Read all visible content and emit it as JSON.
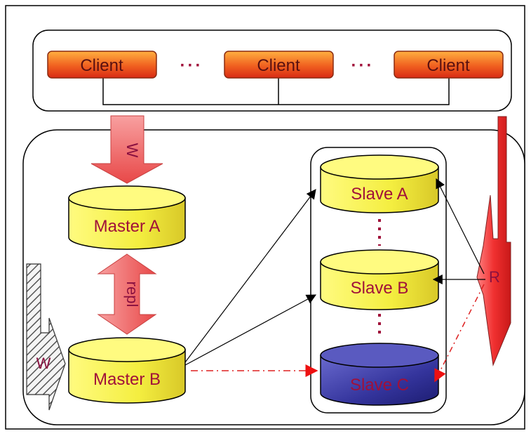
{
  "clients": {
    "items": [
      {
        "label": "Client"
      },
      {
        "label": "Client"
      },
      {
        "label": "Client"
      }
    ],
    "separators": [
      "···",
      "···"
    ]
  },
  "masters": [
    {
      "label": "Master A"
    },
    {
      "label": "Master B"
    }
  ],
  "slaves": [
    {
      "label": "Slave A"
    },
    {
      "label": "Slave  B"
    },
    {
      "label": "Slave C"
    }
  ],
  "arrows": {
    "write_top": "W",
    "write_left": "W",
    "replication": "repl",
    "read": "R"
  },
  "colors": {
    "client_fill_top": "#ff9a2a",
    "client_fill_bottom": "#e0301a",
    "db_yellow": "#ffff66",
    "db_blue": "#2a2a9a",
    "arrow_red": "#e84040",
    "line_red": "#dd2020"
  }
}
